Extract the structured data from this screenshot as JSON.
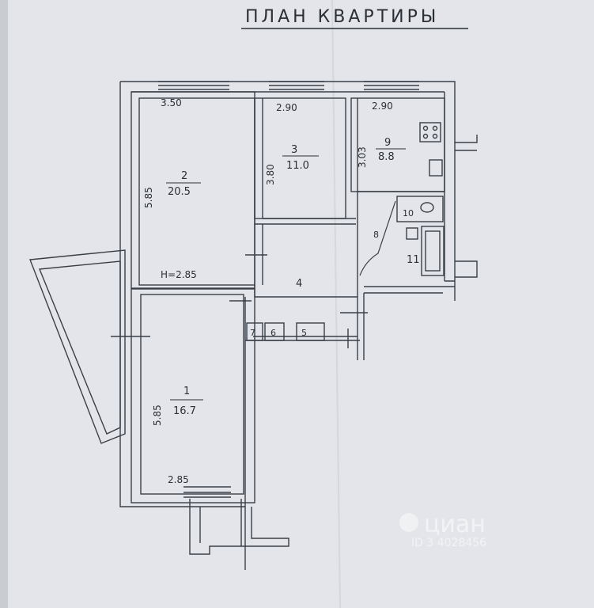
{
  "title": "ПЛАН КВАРТИРЫ",
  "rooms": [
    {
      "number": "1",
      "area": "16.7",
      "length": "5.85",
      "width": "2.85"
    },
    {
      "number": "2",
      "area": "20.5",
      "length": "5.85",
      "width": "3.50",
      "height": "H=2.85"
    },
    {
      "number": "3",
      "area": "11.0",
      "length": "3.80",
      "width": "2.90"
    },
    {
      "number": "4"
    },
    {
      "number": "5"
    },
    {
      "number": "6"
    },
    {
      "number": "7"
    },
    {
      "number": "8"
    },
    {
      "number": "9",
      "area": "8.8",
      "length": "3.03",
      "width": "2.90"
    },
    {
      "number": "10"
    },
    {
      "number": "11"
    }
  ],
  "watermark": {
    "brand": "циан",
    "id": "ID 3 4028456"
  }
}
